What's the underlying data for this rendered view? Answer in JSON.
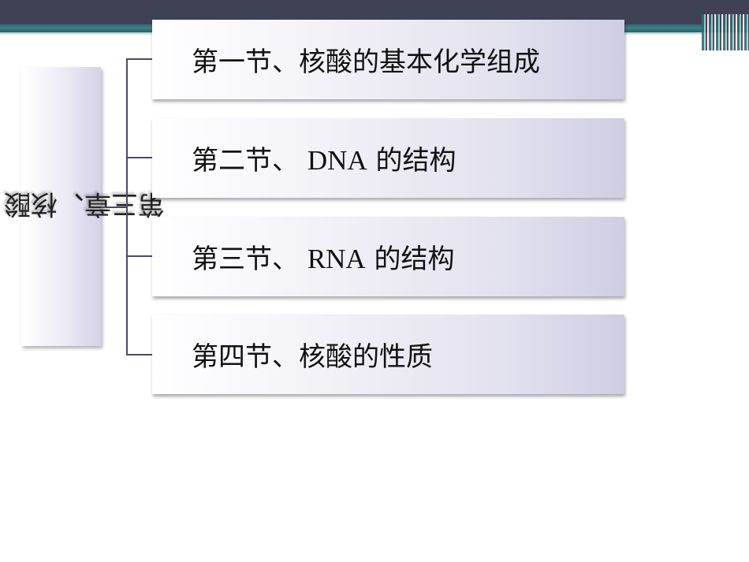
{
  "chapter": {
    "title": "第三章、核酸"
  },
  "sections": [
    {
      "prefix": "第一节、核酸的基本化学组成",
      "latin": "",
      "suffix": ""
    },
    {
      "prefix": "第二节、 ",
      "latin": "DNA",
      "suffix": " 的结构"
    },
    {
      "prefix": "第三节、 ",
      "latin": "RNA",
      "suffix": " 的结构"
    },
    {
      "prefix": "第四节、核酸的性质",
      "latin": "",
      "suffix": ""
    }
  ],
  "colors": {
    "header_dark": "#3f4155",
    "header_teal": "#2f6b72",
    "connector": "#4a4a6a",
    "box_gradient_end": "#cfcde3"
  }
}
